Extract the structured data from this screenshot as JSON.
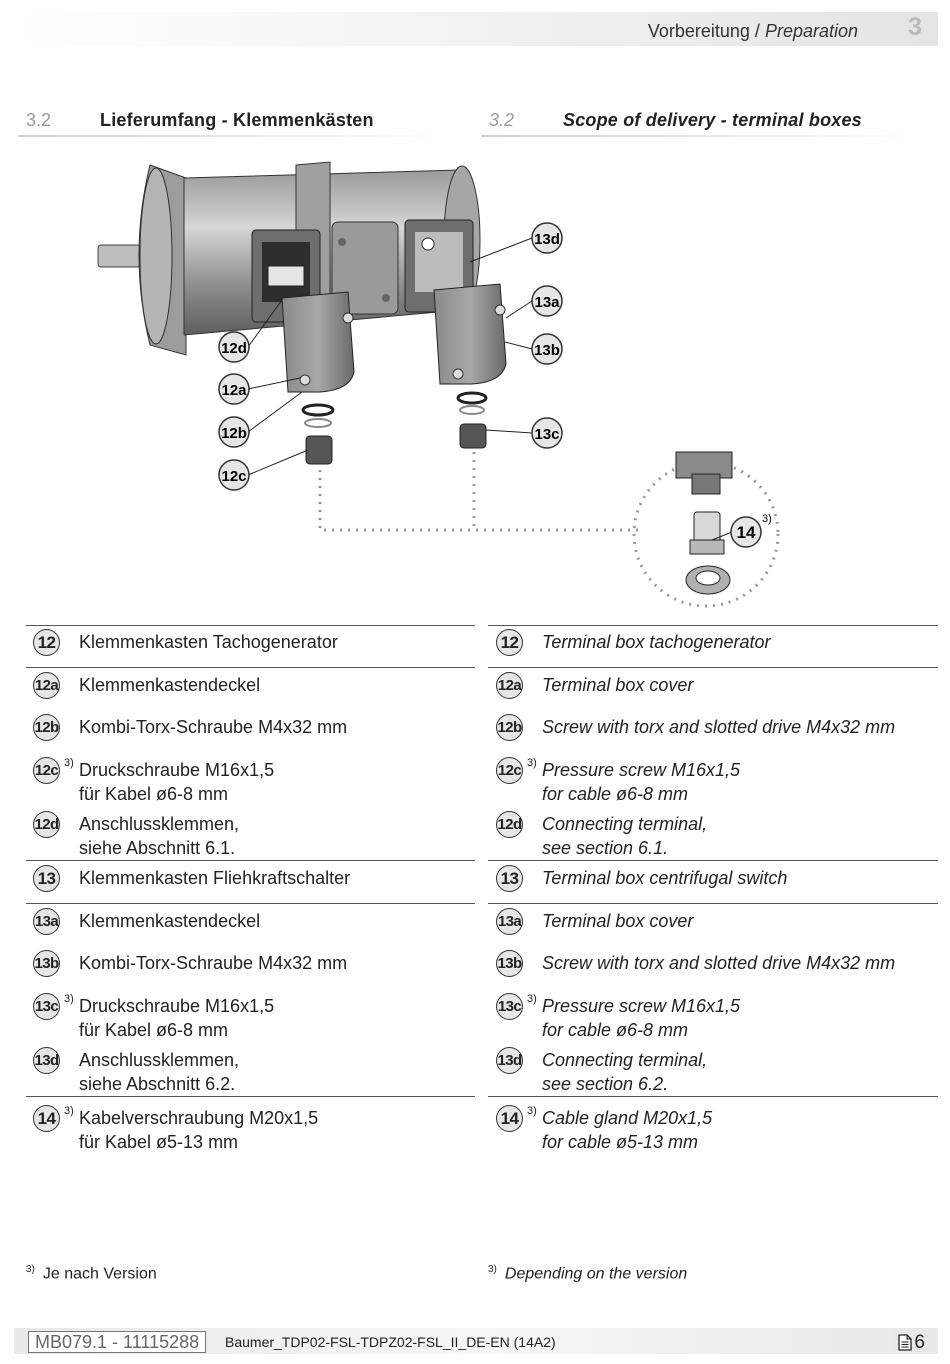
{
  "header": {
    "title_de": "Vorbereitung",
    "sep": " / ",
    "title_en": "Preparation",
    "chapter": "3"
  },
  "sections": {
    "de": {
      "number": "3.2",
      "title": "Lieferumfang - Klemmenkästen"
    },
    "en": {
      "number": "3.2",
      "title": "Scope of delivery - terminal boxes"
    }
  },
  "diagram": {
    "callouts": [
      "12d",
      "12a",
      "12b",
      "12c",
      "13d",
      "13a",
      "13b",
      "13c",
      "14"
    ],
    "callout_14_note": "3)"
  },
  "items": [
    {
      "badge": "12",
      "note": "",
      "de": [
        "Klemmenkasten Tachogenerator"
      ],
      "en": [
        "Terminal box tachogenerator"
      ]
    },
    {
      "badge": "12a",
      "note": "",
      "de": [
        "Klemmenkastendeckel"
      ],
      "en": [
        "Terminal box cover"
      ]
    },
    {
      "badge": "12b",
      "note": "",
      "de": [
        "Kombi-Torx-Schraube M4x32 mm"
      ],
      "en": [
        "Screw with torx and slotted drive M4x32 mm"
      ]
    },
    {
      "badge": "12c",
      "note": "3)",
      "de": [
        "Druckschraube M16x1,5",
        "für Kabel ø6-8 mm"
      ],
      "en": [
        "Pressure screw M16x1,5",
        "for cable ø6-8 mm"
      ]
    },
    {
      "badge": "12d",
      "note": "",
      "de": [
        "Anschlussklemmen,",
        "siehe Abschnitt 6.1."
      ],
      "en": [
        "Connecting terminal,",
        "see section 6.1."
      ]
    },
    {
      "badge": "13",
      "note": "",
      "de": [
        "Klemmenkasten Fliehkraftschalter"
      ],
      "en": [
        "Terminal box centrifugal switch"
      ]
    },
    {
      "badge": "13a",
      "note": "",
      "de": [
        "Klemmenkastendeckel"
      ],
      "en": [
        "Terminal box cover"
      ]
    },
    {
      "badge": "13b",
      "note": "",
      "de": [
        "Kombi-Torx-Schraube M4x32 mm"
      ],
      "en": [
        "Screw with torx and slotted drive M4x32 mm"
      ]
    },
    {
      "badge": "13c",
      "note": "3)",
      "de": [
        "Druckschraube M16x1,5",
        "für Kabel ø6-8 mm"
      ],
      "en": [
        "Pressure screw M16x1,5",
        "for cable ø6-8 mm"
      ]
    },
    {
      "badge": "13d",
      "note": "",
      "de": [
        "Anschlussklemmen,",
        "siehe Abschnitt 6.2."
      ],
      "en": [
        "Connecting terminal,",
        "see section 6.2."
      ]
    },
    {
      "badge": "14",
      "note": "3)",
      "de": [
        "Kabelverschraubung M20x1,5",
        "für Kabel ø5-13 mm"
      ],
      "en": [
        "Cable gland M20x1,5",
        "for cable ø5-13 mm"
      ]
    }
  ],
  "footnotes": {
    "marker": "3)",
    "de": "Je nach Version",
    "en": "Depending on the version"
  },
  "footer": {
    "doc_id": "MB079.1 - 11115288",
    "doc_name": "Baumer_TDP02-FSL-TDPZ02-FSL_II_DE-EN (14A2)",
    "page": "6"
  }
}
